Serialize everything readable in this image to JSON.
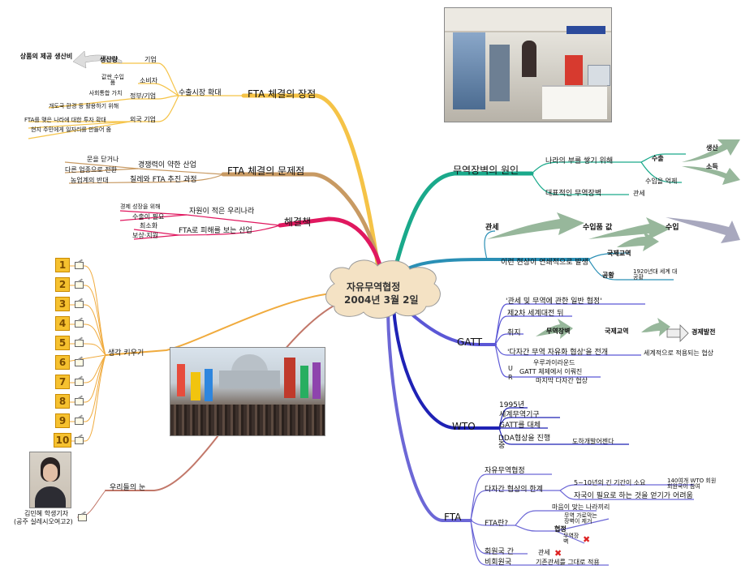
{
  "center": {
    "line1": "자유무역협정",
    "line2": "2004년 3월 2일"
  },
  "branches": {
    "merit": {
      "title": "FTA 체결의 장점",
      "export_expand": "수출시장 확대",
      "producer": "생산량",
      "consumer": "소비자",
      "govt": "정부/기업",
      "foreign": "외국 기업",
      "goods_cost": "상품의 제공 생산비",
      "cheap_imports": "값싼 수입품",
      "consumer_sub": "사회통합 가치",
      "investment": "개도국 환경 등 활용하기 위해",
      "fta_country": "FTA를 맺은 나라에 대한 투자 확대",
      "factory": "현지 주민에게 일자리를 만들어 줌",
      "demand": "기업"
    },
    "problem": {
      "title": "FTA 체결의 문제점",
      "weak_industry": "경쟁력이 약한 산업",
      "chile": "칠레와 FTA 추진 과정",
      "sub1": "문을 닫거나",
      "sub2": "다른 업종으로 전환",
      "sub3": "농업계의 반대"
    },
    "solution": {
      "title": "해결책",
      "poor_country": "자원이 적은 우리나라",
      "damaged": "FTA로 피해를 보는 산업",
      "sub1": "경제 성장을 위해",
      "sub2": "수출이 필요",
      "sub3": "최소화",
      "sub4": "보상·지원"
    },
    "think": {
      "title": "생각 키우기",
      "numbers": [
        "1",
        "2",
        "3",
        "4",
        "5",
        "6",
        "7",
        "8",
        "9",
        "10"
      ]
    },
    "ours": {
      "title": "우리들의 눈",
      "reporter": "김민혜 학생기자",
      "school": "(공주 실레시오여고2)"
    },
    "barrier": {
      "title": "무역장벽의 원인",
      "wealth": "나라의 부를 쌓기 위해",
      "typical": "대표적인 무역장벽",
      "export": "수출",
      "import_suppress": "수입을 억제",
      "production": "생산",
      "income": "소득",
      "tariff": "관세"
    },
    "tariff_flow": {
      "tariff": "관세",
      "import_price": "수입품 값",
      "import": "수입",
      "chain": "이런 현상이 연쇄적으로 발생",
      "intl_trade": "국제교역",
      "panic": "공황",
      "depression": "1920년대 세계 대공황"
    },
    "gatt": {
      "title": "GATT",
      "full": "'관세 및 무역에 관한 일반 협정'",
      "after_war": "제2차 세계대전 뒤",
      "purpose": "취지",
      "trade_barrier": "무역장벽",
      "intl_trade": "국제교역",
      "growth": "경제발전",
      "multi": "'다자간 무역 자유화 협상'을 전개",
      "global": "세계적으로 적용되는 협상",
      "ur": "U R",
      "uruguay": "우루과이라운드",
      "last": "GATT 체제에서 이뤄진",
      "last2": "마지막 다자간 협상"
    },
    "wto": {
      "title": "WTO",
      "year": "1995년",
      "org": "세계무역기구",
      "replace": "GATT를 대체",
      "dda": "DDA협상을 진행 중",
      "dev": "도하개발어젠다"
    },
    "fta": {
      "title": "FTA",
      "name": "자유무역협정",
      "multi_limit": "다자간 협상의 한계",
      "long": "5~10년의 긴 기간이 소요",
      "wto_members": "140여개 WTO 회원 회원국이 참여",
      "hard": "자국이 필요로 하는 것을 얻기가 어려움",
      "what": "FTA란?",
      "like_minded": "마음이 맞는 나라끼리",
      "agree": "협정",
      "remove": "무역 가로막는 장벽이 제거",
      "sub_tariff": "관세",
      "trade_free": "무역장벽",
      "member": "회원국 간",
      "non_member": "비회원국",
      "tariff_x": "관세",
      "existing": "기존관세를 그대로 적용"
    }
  },
  "colors": {
    "merit": "#f5c347",
    "problem": "#c89a63",
    "solution": "#e0185f",
    "think": "#f0ab3e",
    "ours": "#c2786a",
    "barrier": "#1aa98b",
    "tariff_flow": "#2a8fb5",
    "gatt": "#5b57d6",
    "wto": "#1f22b5",
    "fta": "#6c67d6",
    "cloud": "#f4e2c4"
  }
}
